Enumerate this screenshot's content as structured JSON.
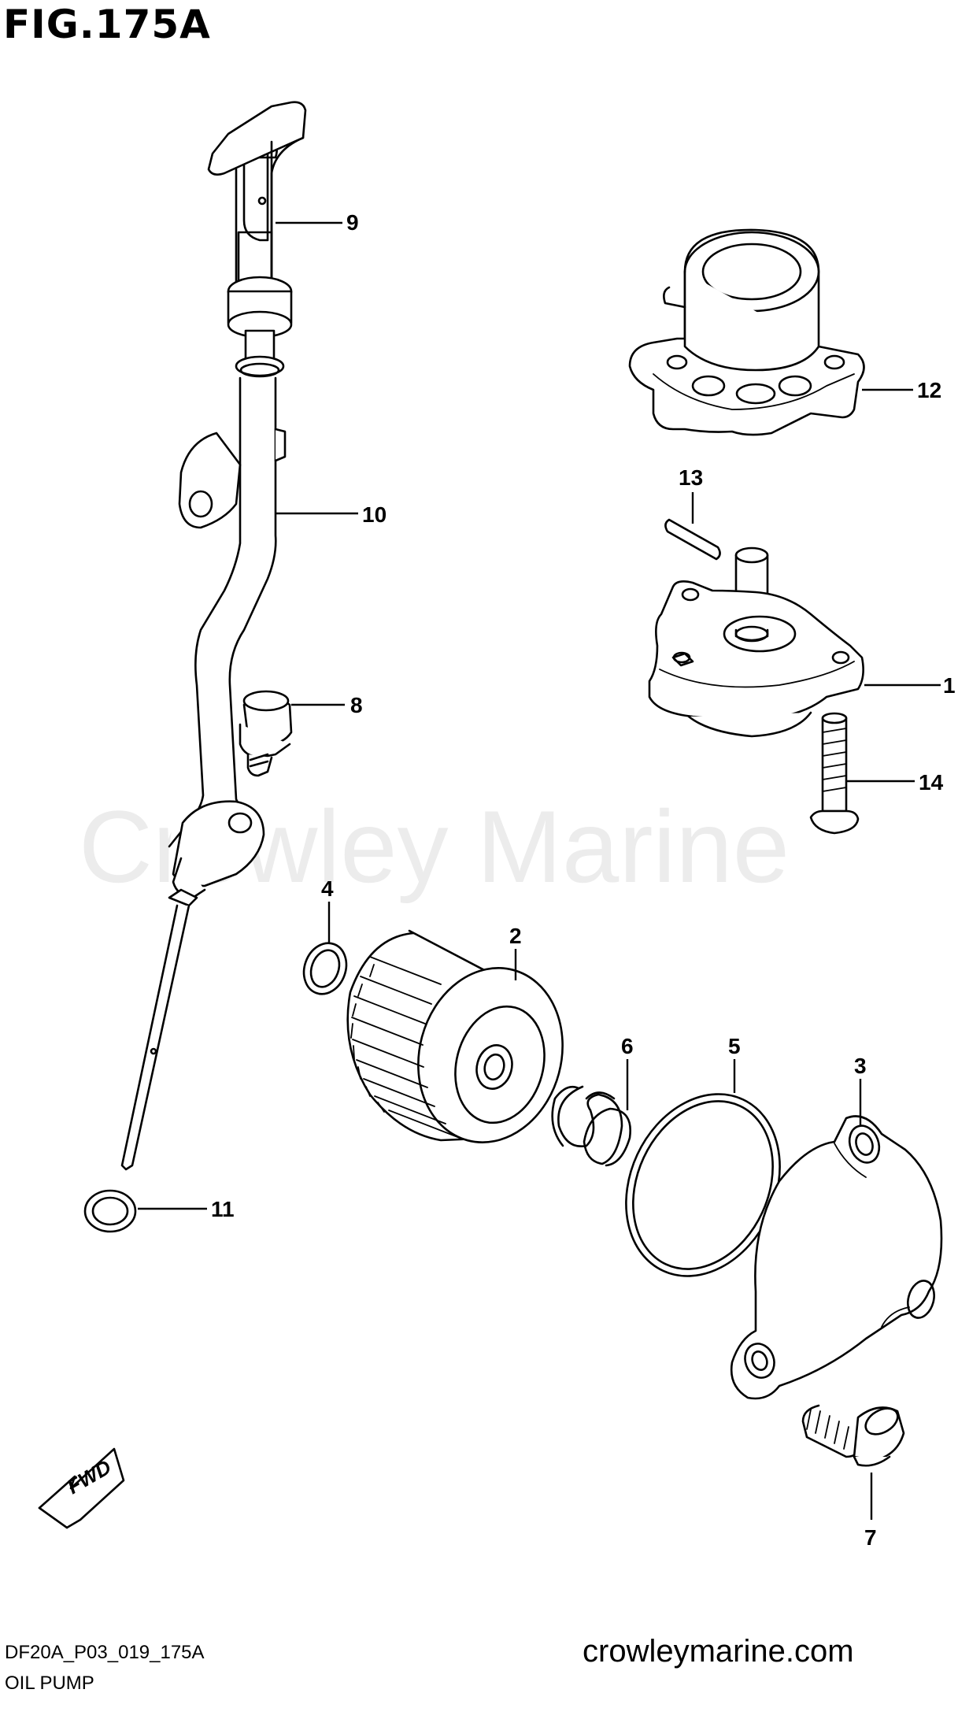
{
  "figure": {
    "title": "FIG.175A",
    "code": "DF20A_P03_019_175A",
    "subtitle": "OIL PUMP",
    "website": "crowleymarine.com",
    "watermark": "Crowley Marine",
    "fwd_label": "FWD"
  },
  "callouts": {
    "c1": "1",
    "c2": "2",
    "c3": "3",
    "c4": "4",
    "c5": "5",
    "c6": "6",
    "c7": "7",
    "c8": "8",
    "c9": "9",
    "c10": "10",
    "c11": "11",
    "c12": "12",
    "c13": "13",
    "c14": "14"
  }
}
